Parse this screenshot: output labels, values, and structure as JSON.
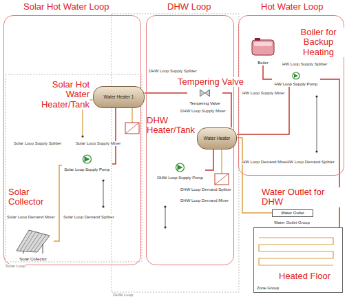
{
  "diagram": {
    "nodes": [
      {
        "text": [
          "Solar Hot Water Loop"
        ]
      },
      {
        "text": [
          "DHW Loop"
        ]
      },
      {
        "text": [
          "Hot Water Loop"
        ]
      },
      {
        "text": [
          "Water Heater 1"
        ],
        "in": 0
      },
      {
        "text": [
          "Solar Loop Supply Pump"
        ],
        "in": 0
      },
      {
        "text": [
          "Solar Collector"
        ],
        "in": 0
      },
      {
        "text": [
          "Tempering Valve"
        ],
        "in": 1
      },
      {
        "text": [
          "Water Heater"
        ],
        "in": 1
      },
      {
        "text": [
          "DHW Loop Supply Pump"
        ],
        "in": 1
      },
      {
        "text": [
          "Boiler"
        ],
        "in": 2
      },
      {
        "text": [
          "HW Loop Supply Pump"
        ],
        "in": 2
      },
      {
        "text": [
          "Water Outlet"
        ]
      },
      {
        "text": [
          "Zone Group"
        ]
      }
    ],
    "edges": [
      {
        "from": 5,
        "to": 4,
        "arrow": "none"
      },
      {
        "from": 4,
        "to": 3,
        "arrow": "none"
      },
      {
        "from": 3,
        "to": 6,
        "arrow": "none"
      },
      {
        "from": 6,
        "to": 7,
        "arrow": "none"
      },
      {
        "from": 8,
        "to": 7,
        "arrow": "none"
      },
      {
        "from": 7,
        "to": 11,
        "arrow": "none"
      },
      {
        "from": 9,
        "to": 10,
        "arrow": "none"
      },
      {
        "from": 10,
        "to": 7,
        "arrow": "none"
      },
      {
        "from": 10,
        "to": 12,
        "arrow": "none"
      }
    ],
    "labels": [
      "Boiler for Backup Heating",
      "Solar Hot Water Heater/Tank",
      "Tempering Valve",
      "DHW Heater/Tank",
      "Water Outlet for DHW",
      "Solar Collector",
      "Heated Floor",
      "Solar Loop Supply Splitter",
      "Solar Loop Supply Mixer",
      "Solar Loop Demand Mixer",
      "Solar Loop Demand Splitter",
      "DHW Loop Supply Splitter",
      "DHW Loop Supply Mixer",
      "DHW Loop Demand Splitter",
      "DHW Loop Demand Mixer",
      "HW Loop Supply Splitter",
      "HW Loop Supply Mixer",
      "HW Loop Demand Mixer",
      "HW Loop Demand Splitter",
      "Water Outlet Group",
      "Solar Loop",
      "DHW Loop"
    ]
  }
}
